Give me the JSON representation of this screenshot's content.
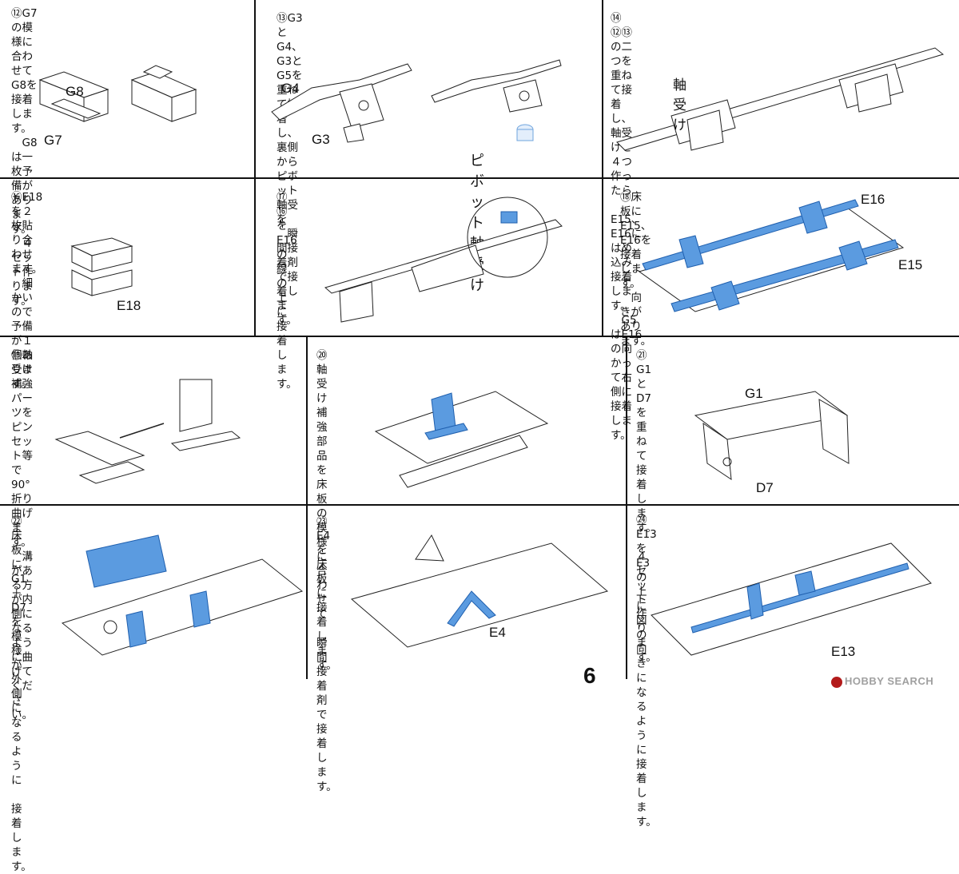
{
  "steps": {
    "s12": "⑫G7の模様に合わせてG8を接着します。\n　G8は一枚予備があります。\n　４セット作ります。",
    "s13": "⑬G3とG4、G3とG5を重ねて接着し、裏側からピボット軸受を\n　瞬間接着剤で接着します。",
    "s14": "⑭ ⑫⑬の二つを重ねて接着し、軸受けを４つ作ったら\n　E15、E16にはめ込み接着します。\n　G5はE16の向かって右側に接着します。",
    "s16": "⑯E18を２枚貼り合わせます。\n　細かいので予備が１個あります。",
    "s17": "⑰ ⑯をE16の線の上に接着します。",
    "s18": "⑱床板にE15、E16を接着します。\n　向きがあります。",
    "s19": "⑲軸受け補強パーツをピンセット等で90°折り曲げます。\n　溝がある方が内側になるように曲げてください。",
    "s20": "⑳軸受け補強部品を床板の模様に合わせて\n　瞬間接着剤で接着します。",
    "s21": "㉑G1とD7を重ねて接着します。\n　４セット作ります。",
    "s22": "㉒床板にG1＋D7を模様が外側になるように\n　接着します。",
    "s23": "㉓E4を床板に接着します。",
    "s24": "㉔E13をE3の上に図の向きになるように接着します。"
  },
  "labels": {
    "g8": "G8",
    "g7": "G7",
    "g4": "G4",
    "g3": "G3",
    "pivot": "ピボット軸受け",
    "bearing": "軸受け",
    "e18": "E18",
    "e16": "E16",
    "e15": "E15",
    "g1": "G1",
    "d7": "D7",
    "e4": "E4",
    "e13": "E13"
  },
  "page_number": "6",
  "watermark": "HOBBY SEARCH",
  "colors": {
    "highlight": "#5b9be0",
    "line": "#111111"
  }
}
